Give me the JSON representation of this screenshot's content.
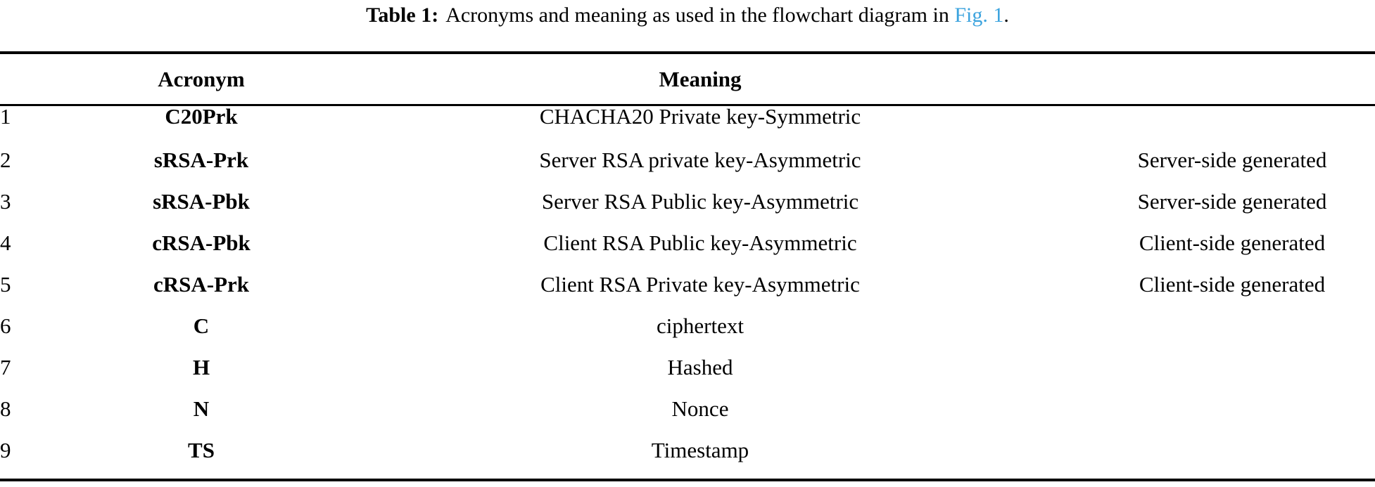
{
  "caption": {
    "label": "Table 1:",
    "text_before_link": "Acronyms and meaning as used in the flowchart diagram in ",
    "link_text": "Fig. 1",
    "text_after_link": ".",
    "link_color": "#3BA3DE"
  },
  "table": {
    "headers": {
      "number": "",
      "acronym": "Acronym",
      "meaning": "Meaning",
      "note": ""
    },
    "rows": [
      {
        "number": "1",
        "acronym": "C20Prk",
        "meaning": "CHACHA20 Private key-Symmetric",
        "note": ""
      },
      {
        "number": "2",
        "acronym": "sRSA-Prk",
        "meaning": "Server RSA private key-Asymmetric",
        "note": "Server-side generated"
      },
      {
        "number": "3",
        "acronym": "sRSA-Pbk",
        "meaning": "Server RSA Public key-Asymmetric",
        "note": "Server-side generated"
      },
      {
        "number": "4",
        "acronym": "cRSA-Pbk",
        "meaning": "Client RSA Public key-Asymmetric",
        "note": "Client-side generated"
      },
      {
        "number": "5",
        "acronym": "cRSA-Prk",
        "meaning": "Client RSA Private key-Asymmetric",
        "note": "Client-side generated"
      },
      {
        "number": "6",
        "acronym": "C",
        "meaning": "ciphertext",
        "note": ""
      },
      {
        "number": "7",
        "acronym": "H",
        "meaning": "Hashed",
        "note": ""
      },
      {
        "number": "8",
        "acronym": "N",
        "meaning": "Nonce",
        "note": ""
      },
      {
        "number": "9",
        "acronym": "TS",
        "meaning": "Timestamp",
        "note": ""
      }
    ]
  }
}
